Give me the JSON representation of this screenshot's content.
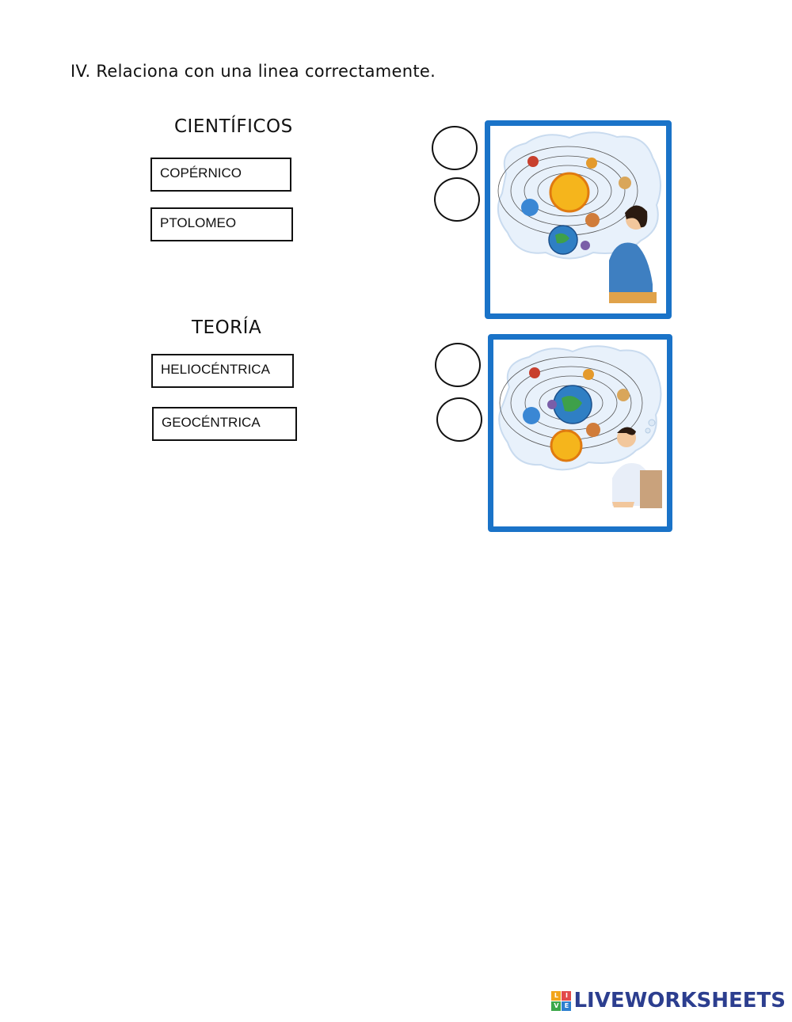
{
  "instruction": "IV. Relaciona con una linea correctamente.",
  "scientists": {
    "heading": "CIENTÍFICOS",
    "items": [
      "COPÉRNICO",
      "PTOLOMEO"
    ]
  },
  "theory": {
    "heading": "TEORÍA",
    "items": [
      "HELIOCÉNTRICA",
      "GEOCÉNTRICA"
    ]
  },
  "images": [
    {
      "name": "heliocentric-model-illustration",
      "center_body": "sun"
    },
    {
      "name": "geocentric-model-illustration",
      "center_body": "earth"
    }
  ],
  "colors": {
    "frame": "#1a73c8",
    "logo_text": "#2c3e8f"
  },
  "logo": {
    "text": "LIVEWORKSHEETS",
    "mark_letters": [
      "L",
      "I",
      "V",
      "E"
    ]
  }
}
